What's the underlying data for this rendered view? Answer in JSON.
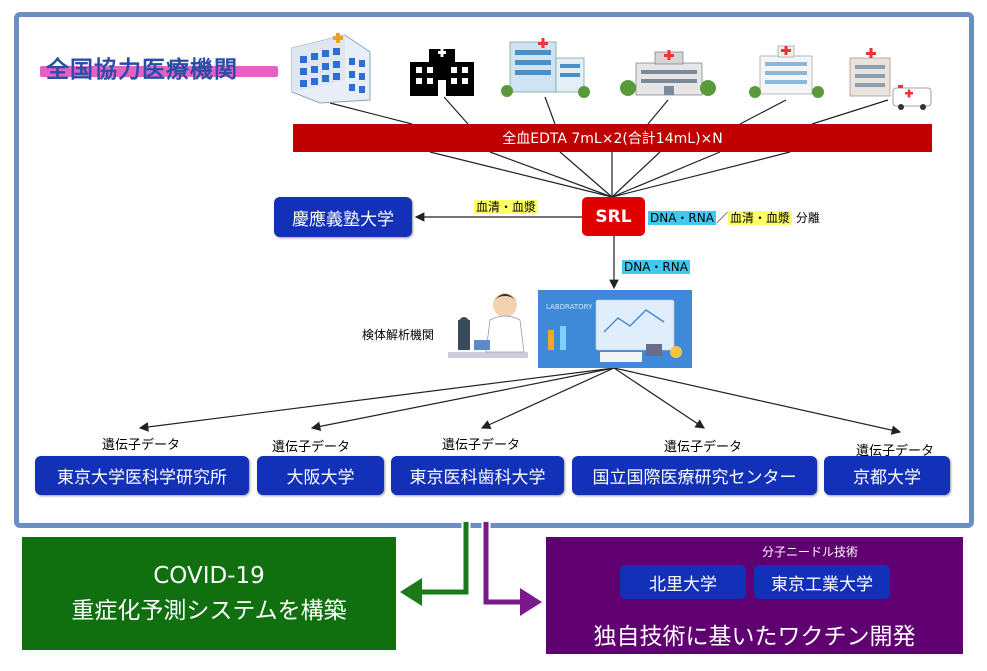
{
  "title": "全国協力医療機関",
  "red_bar": "全血EDTA 7mL×2(合計14mL)×N",
  "srl": "SRL",
  "keio": "慶應義塾大学",
  "serum_plasma_label": "血清・血漿",
  "separation": {
    "dna_rna": "DNA・RNA",
    "slash": "／",
    "serum": "血清・血漿",
    "suffix": "分離"
  },
  "dna_rna_down": "DNA・RNA",
  "analysis_label": "検体解析機関",
  "lab_screen_text": "LABORATORY",
  "genetic_data_label": "遺伝子データ",
  "institutions": [
    "東京大学医科学研究所",
    "大阪大学",
    "東京医科歯科大学",
    "国立国際医療研究センター",
    "京都大学"
  ],
  "covid": {
    "line1": "COVID-19",
    "line2": "重症化予測システムを構築"
  },
  "vaccine": {
    "subtitle": "分子ニードル技術",
    "uni1": "北里大学",
    "uni2": "東京工業大学",
    "main": "独自技術に基いたワクチン開発"
  },
  "colors": {
    "frame": "#6b8fc4",
    "red_bar": "#c00000",
    "blue_box": "#1230b8",
    "green_box": "#107010",
    "purple_box": "#600070"
  }
}
